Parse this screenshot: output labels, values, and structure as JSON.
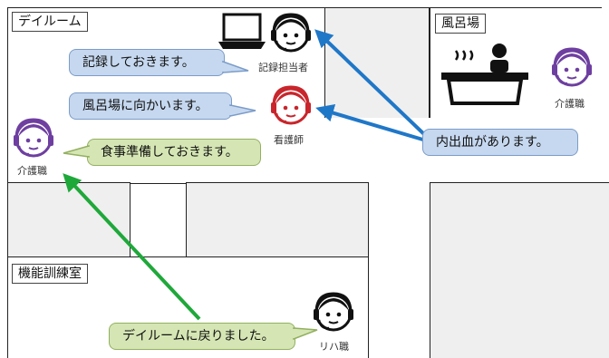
{
  "rooms": {
    "dayroom": "デイルーム",
    "bath": "風呂場",
    "rehab": "機能訓練室"
  },
  "bubbles": {
    "record": "記録しておきます。",
    "to_bath": "風呂場に向かいます。",
    "meal": "食事準備しておきます。",
    "bleeding": "内出血があります。",
    "returned": "デイルームに戻りました。"
  },
  "roles": {
    "record_staff": "記録担当者",
    "nurse": "看護師",
    "caregiver_left": "介護職",
    "caregiver_bath": "介護職",
    "rehab_staff": "リハ職"
  },
  "colors": {
    "blue_arrow": "#1f77c8",
    "green_arrow": "#1fa83a",
    "nurse_headset": "#c8262c",
    "caregiver_headset": "#6e3fa0",
    "staff_headset": "#111111",
    "bubble_blue": "#c6d8ef",
    "bubble_green": "#d5e6b4"
  },
  "icons": {
    "laptop": "laptop-icon",
    "bath": "bathtub-icon",
    "headset_person": "headset-person-icon"
  }
}
